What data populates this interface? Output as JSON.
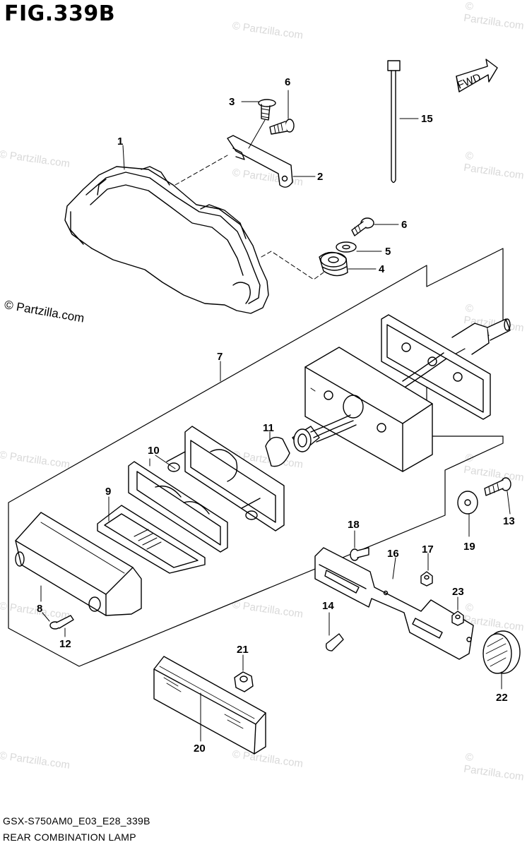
{
  "figure": {
    "title": "FIG.339B",
    "copyright_notice": "© Partzilla.com",
    "code": "GSX-S750AM0_E03_E28_339B",
    "name": "REAR COMBINATION LAMP",
    "fwd_label": "FWD",
    "watermark": "© Partzilla.com"
  },
  "parts": [
    {
      "number": "1"
    },
    {
      "number": "2"
    },
    {
      "number": "3"
    },
    {
      "number": "4"
    },
    {
      "number": "5"
    },
    {
      "number": "6"
    },
    {
      "number": "6"
    },
    {
      "number": "7"
    },
    {
      "number": "8"
    },
    {
      "number": "9"
    },
    {
      "number": "10"
    },
    {
      "number": "11"
    },
    {
      "number": "12"
    },
    {
      "number": "13"
    },
    {
      "number": "14"
    },
    {
      "number": "15"
    },
    {
      "number": "16"
    },
    {
      "number": "17"
    },
    {
      "number": "18"
    },
    {
      "number": "19"
    },
    {
      "number": "20"
    },
    {
      "number": "21"
    },
    {
      "number": "22"
    },
    {
      "number": "23"
    }
  ],
  "colors": {
    "line": "#000000",
    "watermark": "#d9d9d9",
    "shade": "#e6e6e6"
  }
}
